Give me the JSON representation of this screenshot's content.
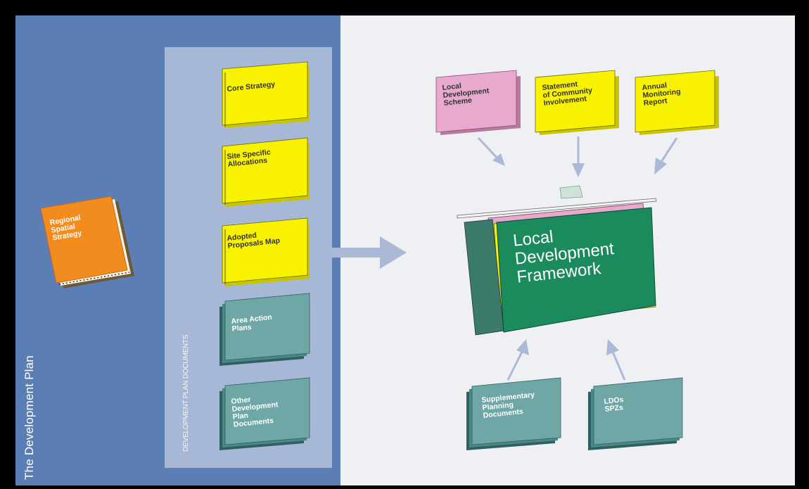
{
  "diagram": {
    "plan_title": "The Development Plan",
    "docs_label": "DEVELOPMENT PLAN DOCUMENTS",
    "regional": "Regional\nSpatial\nStrategy",
    "core": "Core Strategy",
    "site": "Site Specific\nAllocations",
    "proposals": "Adopted\nProposals Map",
    "area": "Area Action\nPlans",
    "other": "Other\nDevelopment\nPlan\nDocuments",
    "lds": "Local\nDevelopment\nScheme",
    "sci": "Statement\nof Community\nInvolvement",
    "amr": "Annual\nMonitoring\nReport",
    "ldf": "Local\nDevelopment\nFramework",
    "spd": "Supplementary\nPlanning\nDocuments",
    "ldo": "LDOs\nSPZs"
  },
  "colors": {
    "left_panel": "#5b7fb5",
    "docs_box": "#a7b7d6",
    "right_panel": "#eef0f4",
    "yellow_folder": "#f8f200",
    "teal_folder": "#6fa7a6",
    "pink_folder": "#e8a9cf",
    "orange_book": "#f28c1f",
    "green_file": "#1b8a5d",
    "arrow": "#a9b9d6"
  }
}
